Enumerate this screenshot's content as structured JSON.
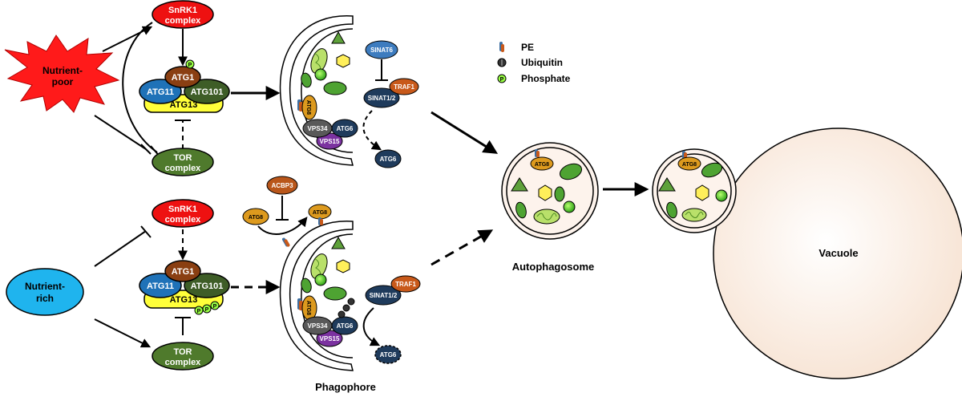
{
  "labels": {
    "nutrient_poor": [
      "Nutrient-",
      "poor"
    ],
    "nutrient_rich": [
      "Nutrient-",
      "rich"
    ],
    "snrk1": [
      "SnRK1",
      "complex"
    ],
    "tor": [
      "TOR",
      "complex"
    ],
    "atg1": "ATG1",
    "atg11": "ATG11",
    "atg101": "ATG101",
    "atg13": "ATG13",
    "atg8": "ATG8",
    "atg6": "ATG6",
    "vps34": "VPS34",
    "vps15": "VPS15",
    "sinat6": "SINAT6",
    "sinat12": "SINAT1/2",
    "traf1": "TRAF1",
    "acbp3": "ACBP3",
    "phosphate_symbol": "P",
    "phagophore": "Phagophore",
    "autophagosome": "Autophagosome",
    "vacuole": "Vacuole"
  },
  "legend": [
    {
      "icon": "pe-icon",
      "label": "PE"
    },
    {
      "icon": "ubiquitin-icon",
      "label": "Ubiquitin"
    },
    {
      "icon": "phosphate-icon",
      "label": "Phosphate"
    }
  ],
  "colors": {
    "nutrient_poor": "#ff1a1a",
    "nutrient_rich": "#1fb4ee",
    "snrk1": "#ee1111",
    "tor": "#4f7a2c",
    "atg1": "#8a3f12",
    "atg11": "#1f72b8",
    "atg101": "#3e5d27",
    "atg13": "#ffff3a",
    "atg8": "#dd9a1e",
    "atg6": "#1f3b5c",
    "vps34": "#595959",
    "vps15": "#7b32a0",
    "sinat6": "#3d7cbf",
    "sinat12": "#1f3b5c",
    "traf1": "#c8591a",
    "acbp3": "#b9561a",
    "phosphate": "#99ff44",
    "organelle_green": "#4ea332",
    "hexagon": "#ffef5a",
    "vesicle_fill": "#fdf3ec"
  }
}
